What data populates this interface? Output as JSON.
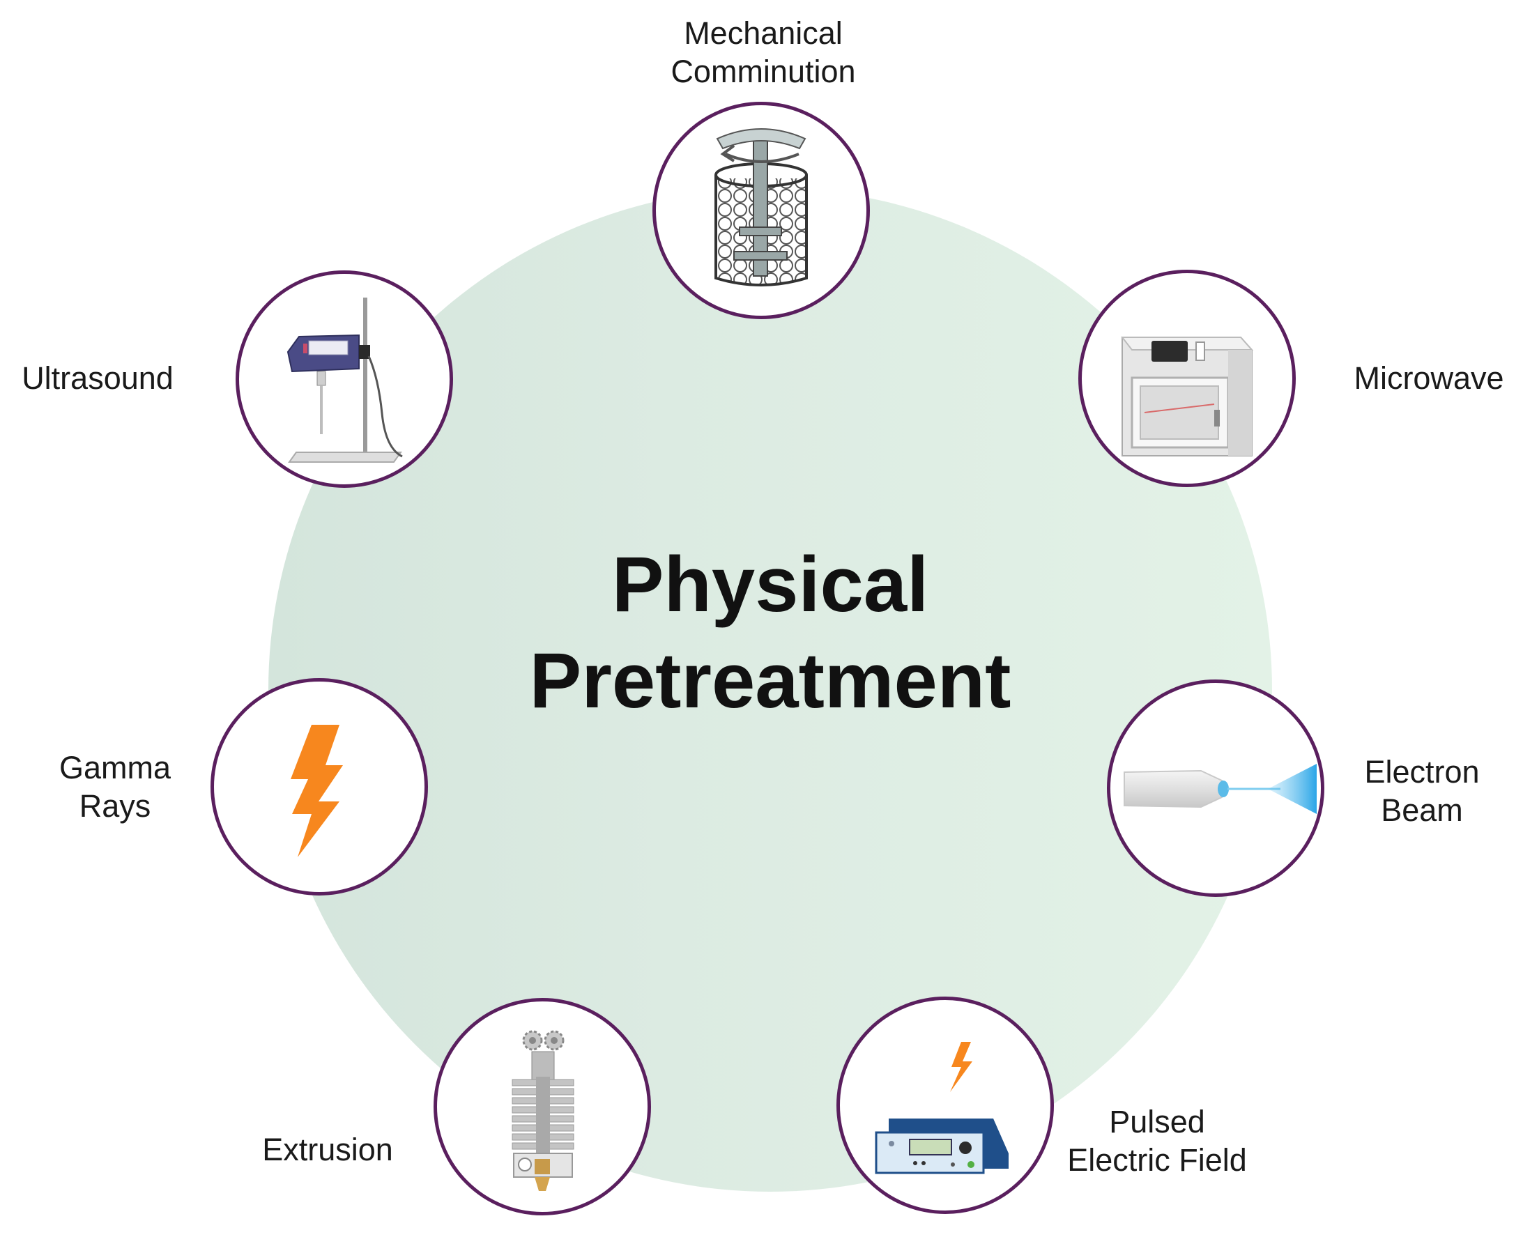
{
  "title": {
    "line1": "Physical",
    "line2": "Pretreatment"
  },
  "colors": {
    "node_border": "#5a1f5e",
    "background_circle": "#dcebe2",
    "bolt": "#f7871e"
  },
  "methods": [
    {
      "id": "mechanical",
      "label_lines": [
        "Mechanical",
        "Comminution"
      ],
      "icon": "stirred-ball-mill-icon"
    },
    {
      "id": "microwave",
      "label_lines": [
        "Microwave"
      ],
      "icon": "microwave-reactor-icon"
    },
    {
      "id": "electron-beam",
      "label_lines": [
        "Electron",
        "Beam"
      ],
      "icon": "electron-beam-gun-icon"
    },
    {
      "id": "pulsed",
      "label_lines": [
        "Pulsed",
        "Electric Field"
      ],
      "icon": "pulse-generator-icon"
    },
    {
      "id": "extrusion",
      "label_lines": [
        "Extrusion"
      ],
      "icon": "extruder-icon"
    },
    {
      "id": "gamma",
      "label_lines": [
        "Gamma",
        "Rays"
      ],
      "icon": "lightning-bolt-icon"
    },
    {
      "id": "ultrasound",
      "label_lines": [
        "Ultrasound"
      ],
      "icon": "ultrasonic-homogenizer-icon"
    }
  ]
}
